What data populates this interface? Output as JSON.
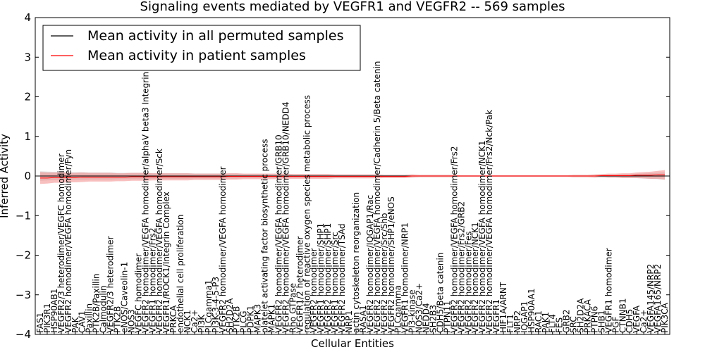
{
  "chart_data": {
    "type": "line",
    "title": "Signaling events mediated by VEGFR1 and VEGFR2 -- 569 samples",
    "xlabel": "Cellular Entities",
    "ylabel": "Inferred Activity",
    "ylim": [
      -4,
      4
    ],
    "yticks": [
      "−4",
      "−3",
      "−2",
      "−1",
      "0",
      "1",
      "2",
      "3",
      "4"
    ],
    "grid": false,
    "legend_placement": "top-left",
    "colors": {
      "permuted": "#000000",
      "patient": "#ff0000",
      "band": "#f28a8a",
      "band_grey": "#cccccc"
    },
    "categories": [
      "FAS1",
      "PIK3R1",
      "HSP90AB1",
      "VEGFR2/3 heterodimer/VEGFC homodimer",
      "VEGFR2 homodimer/VEGFA homodimer/Fyn",
      "PAK",
      "CAV1",
      "Paxillin",
      "PTK2B/Paxillin",
      "Calmodulin",
      "VEGFR2/3 heterodimer",
      "PTK2B",
      "eNOS/Caveolin-1",
      "NOS3",
      "VEGFC homodimer",
      "VEGFR2 homodimer/VEGFA homodimer/alphaV beta3 Integrin",
      "VEGFR1 homodimer/Frs2",
      "VEGFR2 homodimer/VEGFA homodimer/Sck",
      "VEGFR1/ROCK1/Integrin Complex",
      "PRKCA",
      "endothelial cell proliferation",
      "NCK1",
      "Ca2+",
      "PI3K",
      "PLCgamma1",
      "PI3K-3-4-5-P3",
      "VEGFR2 homodimer/VEGFA homodimer",
      "SH2D2A",
      "PTK2B",
      "PLCG",
      "PDPK1",
      "MAPK3",
      "platelet activating factor biosynthetic process",
      "MAPK1",
      "VEGFR2 homodimer/VEGFA homodimer/GRB10",
      "VEGFR2 homodimer/VEGFA homodimer/GRB10/NEDD4",
      "Rho GTPase",
      "VEGFR1/2 heterodimer",
      "regulation of reactive oxygen species metabolic process",
      "VEGFR2 homodimer",
      "VEGFR1 homodimer/SHP1",
      "VEGFR2 homodimer/SHP1",
      "VEGFR1 homodimer/Src",
      "VEGFR2 homodimer/TSAd",
      "NRP1",
      "actin cytoskeleton reorganization",
      "RASA1",
      "VEGFR2 homodimer/IQGAP1/Rac",
      "VEGFR2 homodimer/VEGFA homodimer/Cadherin 5/Beta catenin",
      "VEGFR2 homodimer/Src/Shb",
      "VEGFR2 homodimer/SHP1/eNOS",
      "PLCgamma",
      "VEGFR1 homodimer/NRP1",
      "PI3-kinase",
      "NOS3/Ca2+",
      "NEDD4",
      "SH2B3",
      "CDH5/Beta catenin",
      "PTPN11",
      "VEGFR2 homodimer/VEGFA homodimer/Frs2",
      "VEGFR2 homodimer/Frs2/GRB2",
      "VEGFR2 homodimer/Fes",
      "VEGFR2 homodimer/NCK1",
      "VEGFR2 homodimer/VEGFA homodimer/NCK1",
      "VEGFR2 homodimer/VEGFA homodimer/Frs2/Nck/Pak",
      "VEGFR1",
      "HIF1A/ARNT",
      "FLT1",
      "NRP2",
      "IQGAP1",
      "HSP90AA1",
      "RAC1",
      "PAK1",
      "FLT4",
      "FES",
      "GRB2",
      "SRC",
      "SH2D2A",
      "PRKACA",
      "PTPN6",
      "SHB1",
      "VEGFR1 homodimer",
      "PGF",
      "CTNNB1",
      "CDH5",
      "VEGFA",
      "Ca2+",
      "VEGFA145/NRP2",
      "VEGFA165/NRP2",
      "PIK3CA"
    ],
    "series": [
      {
        "name": "Mean activity in all permuted samples",
        "values": [
          0,
          0,
          0,
          0,
          0,
          0,
          0,
          0,
          0,
          0,
          0,
          0,
          0,
          0,
          0,
          0,
          0,
          0,
          0,
          0,
          0,
          0,
          0,
          0,
          0,
          0,
          0,
          0,
          0,
          0,
          0,
          0,
          0,
          0,
          0,
          0,
          0,
          0,
          0,
          0,
          0,
          0,
          0,
          0,
          0,
          0,
          0,
          0,
          0,
          0,
          0,
          0,
          0,
          0,
          0,
          0,
          0,
          0,
          0,
          0,
          0,
          0,
          0,
          0,
          0,
          0,
          0,
          0,
          0,
          0,
          0,
          0,
          0,
          0,
          0,
          0,
          0,
          0,
          0,
          0,
          0,
          0,
          0,
          0,
          0,
          0,
          0,
          0,
          0,
          0
        ]
      },
      {
        "name": "Mean activity in patient samples",
        "values": [
          -0.05,
          -0.05,
          -0.04,
          -0.04,
          -0.04,
          -0.04,
          -0.03,
          -0.03,
          -0.03,
          -0.03,
          -0.03,
          -0.03,
          -0.03,
          -0.02,
          -0.02,
          -0.02,
          -0.02,
          -0.02,
          -0.02,
          -0.02,
          -0.02,
          -0.02,
          -0.02,
          -0.02,
          -0.02,
          -0.02,
          -0.02,
          -0.01,
          -0.01,
          -0.01,
          -0.01,
          -0.01,
          -0.01,
          -0.01,
          -0.01,
          -0.01,
          -0.01,
          -0.01,
          -0.01,
          -0.01,
          -0.01,
          -0.01,
          -0.01,
          -0.01,
          -0.01,
          -0.01,
          -0.01,
          -0.01,
          -0.01,
          -0.01,
          -0.01,
          -0.01,
          -0.01,
          0,
          0,
          0,
          0,
          0,
          0,
          0,
          0,
          0,
          0,
          0,
          0,
          0,
          0,
          0,
          0,
          0,
          0,
          0,
          0,
          0,
          0,
          0,
          0,
          0,
          0,
          0,
          0.01,
          0.01,
          0.01,
          0.01,
          0.01,
          0.02,
          0.02,
          0.02,
          0.03,
          0.03
        ]
      }
    ],
    "band_halfwidth": [
      0.15,
      0.14,
      0.13,
      0.13,
      0.12,
      0.12,
      0.12,
      0.11,
      0.11,
      0.11,
      0.11,
      0.1,
      0.1,
      0.1,
      0.1,
      0.1,
      0.09,
      0.09,
      0.09,
      0.09,
      0.09,
      0.09,
      0.08,
      0.08,
      0.08,
      0.08,
      0.08,
      0.08,
      0.08,
      0.07,
      0.07,
      0.07,
      0.07,
      0.07,
      0.07,
      0.07,
      0.06,
      0.06,
      0.06,
      0.06,
      0.06,
      0.06,
      0.05,
      0.05,
      0.05,
      0.05,
      0.05,
      0.05,
      0.05,
      0.04,
      0.04,
      0.04,
      0.04,
      0.04,
      0.03,
      0.03,
      0.03,
      0.03,
      0.03,
      0.03,
      0.02,
      0.02,
      0.02,
      0.02,
      0.02,
      0.02,
      0.02,
      0.02,
      0.02,
      0.02,
      0.02,
      0.02,
      0.02,
      0.02,
      0.02,
      0.02,
      0.03,
      0.03,
      0.03,
      0.04,
      0.04,
      0.05,
      0.05,
      0.06,
      0.06,
      0.07,
      0.08,
      0.09,
      0.1,
      0.12
    ]
  }
}
